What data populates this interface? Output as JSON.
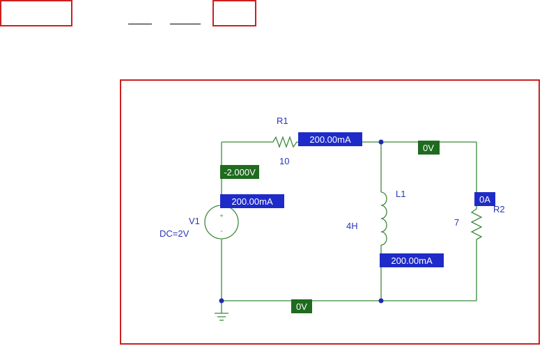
{
  "colors": {
    "frame": "#cc1f1f",
    "wire": "#3a8a3a",
    "component": "#3a8a3a",
    "node_dot": "#1f2bb5",
    "label_text": "#2a35b8",
    "current_tag_bg": "#1f2bc8",
    "voltage_tag_bg": "#1f6b1f",
    "tag_text": "#ffffff"
  },
  "components": {
    "r1": {
      "name": "R1",
      "value": "10"
    },
    "r2": {
      "name": "R2",
      "value": "7"
    },
    "l1": {
      "name": "L1",
      "value": "4H"
    },
    "v1": {
      "name": "V1",
      "value": "DC=2V"
    }
  },
  "probes": {
    "current_r1": "200.00mA",
    "current_v1": "200.00mA",
    "current_l1": "200.00mA",
    "current_r2": "0A",
    "voltage_source_node": "-2.000V",
    "voltage_top_right": "0V",
    "voltage_ground": "0V"
  }
}
